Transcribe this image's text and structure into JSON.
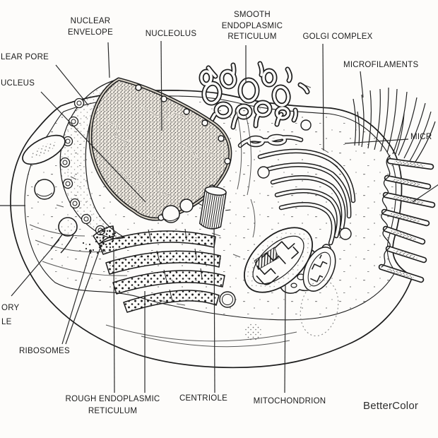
{
  "page": {
    "background": "#fdfcfa",
    "ink": "#1d1d1d",
    "leader_color": "#2a2a2a",
    "watermark_color": "#2e2e2e"
  },
  "diagram": {
    "labels": {
      "nuclear_envelope": {
        "text": "NUCLEAR\nENVELOPE"
      },
      "nucleolus": {
        "text": "NUCLEOLUS"
      },
      "smooth_er": {
        "text": "SMOOTH\nENDOPLASMIC\nRETICULUM"
      },
      "golgi_complex": {
        "text": "GOLGI COMPLEX"
      },
      "microfilaments": {
        "text": "MICROFILAMENTS"
      },
      "nuclear_pore_cut": {
        "text": "LEAR PORE"
      },
      "nucleus_cut": {
        "text": "UCLEUS"
      },
      "microvilli_cut": {
        "text": "MICR"
      },
      "secretory_vesicle_cut": {
        "text": "ORY\nLE"
      },
      "ribosomes": {
        "text": "RIBOSOMES"
      },
      "rough_er": {
        "text": "ROUGH ENDOPLASMIC\nRETICULUM"
      },
      "centriole": {
        "text": "CENTRIOLE"
      },
      "mitochondrion": {
        "text": "MITOCHONDRION"
      }
    },
    "watermark": {
      "text": "BetterColor"
    }
  }
}
